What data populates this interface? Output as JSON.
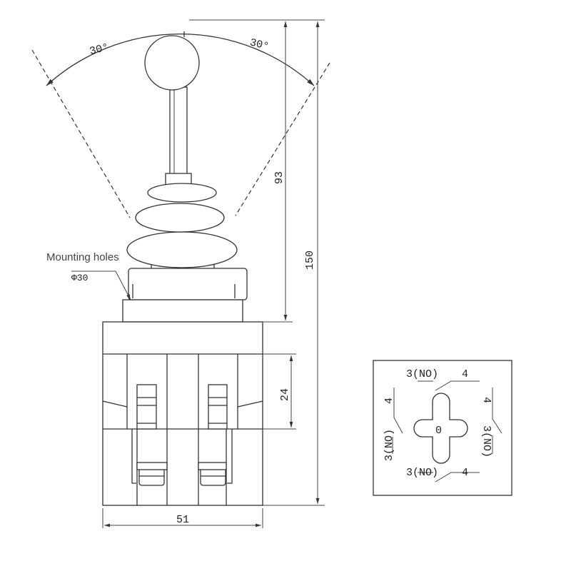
{
  "dimensions": {
    "angle_left": "30°",
    "angle_right": "30°",
    "handle_height": "93",
    "total_height": "150",
    "contact_height": "24",
    "width": "51",
    "mounting_hole_diameter": "Φ30"
  },
  "labels": {
    "mounting_holes": "Mounting holes"
  },
  "switch_diagram": {
    "center": "0",
    "top_no": "3(NO)",
    "top_nc": "4",
    "bottom_no": "3(NO)",
    "bottom_nc": "4",
    "left_no": "3(NO)",
    "left_nc": "4",
    "right_no": "3(NO)",
    "right_nc": "4"
  }
}
